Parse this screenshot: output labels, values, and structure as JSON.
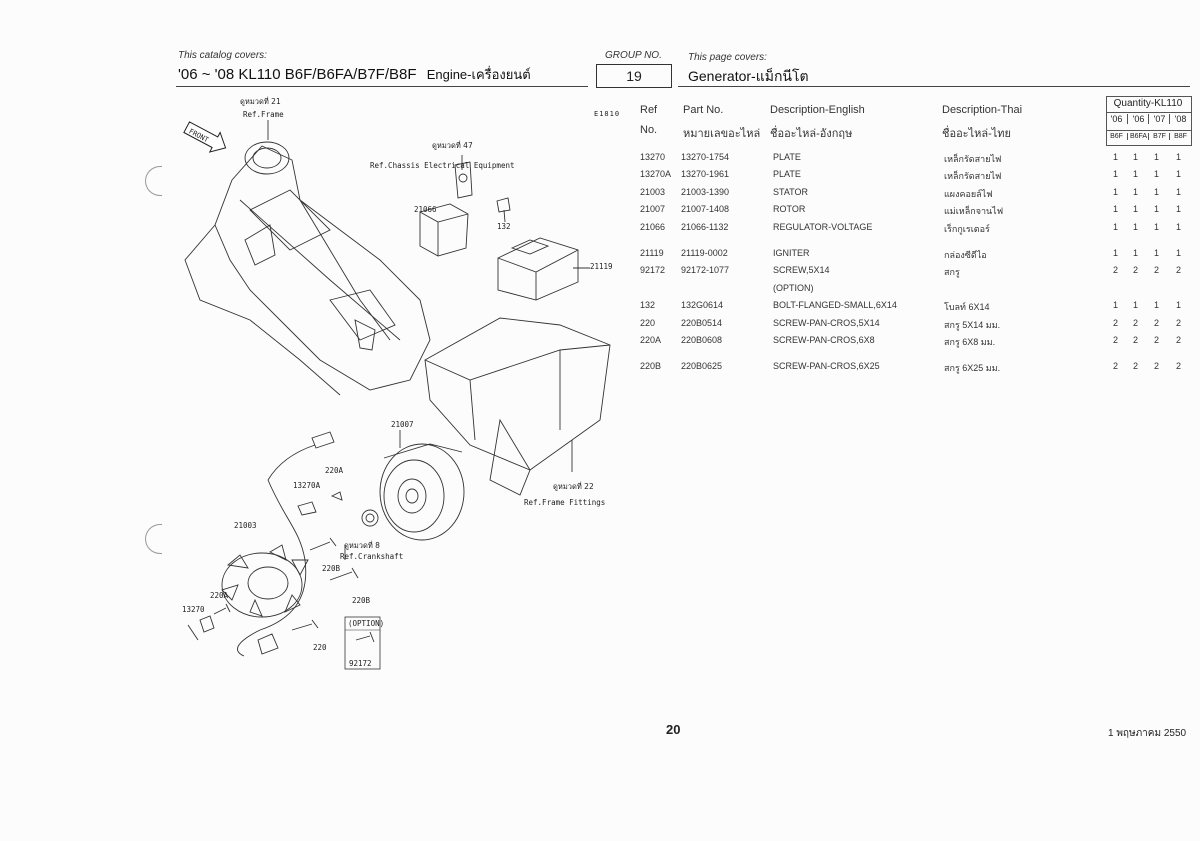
{
  "header": {
    "catalog_label": "This catalog covers:",
    "catalog_title": "'06 ~ '08 KL110 B6F/B6FA/B7F/B8F",
    "catalog_section": "Engine-เครื่องยนต์",
    "group_label": "GROUP NO.",
    "group_no": "19",
    "page_label": "This page covers:",
    "page_title": "Generator-แม็กนีโต"
  },
  "figure_code": "E1810",
  "table": {
    "headers": {
      "ref_line1": "Ref",
      "ref_line2": "No.",
      "partno_line1": "Part No.",
      "partno_line2": "หมายเลขอะไหล่",
      "desc_en_line1": "Description-English",
      "desc_en_line2": "ชื่ออะไหล่-อังกฤษ",
      "desc_th_line1": "Description-Thai",
      "desc_th_line2": "ชื่ออะไหล่-ไทย",
      "qty_title": "Quantity-KL110",
      "years": [
        "'06",
        "'06",
        "'07",
        "'08"
      ],
      "models": [
        "B6F",
        "B6FA",
        "B7F",
        "B8F"
      ]
    },
    "rows": [
      {
        "ref": "13270",
        "part": "13270-1754",
        "desc_en": "PLATE",
        "desc_th": "เหล็กรัดสายไฟ",
        "q1": "1",
        "q2": "1",
        "q3": "1",
        "q4": "1"
      },
      {
        "ref": "13270A",
        "part": "13270-1961",
        "desc_en": "PLATE",
        "desc_th": "เหล็กรัดสายไฟ",
        "q1": "1",
        "q2": "1",
        "q3": "1",
        "q4": "1"
      },
      {
        "ref": "21003",
        "part": "21003-1390",
        "desc_en": "STATOR",
        "desc_th": "แผงคอยล์ไฟ",
        "q1": "1",
        "q2": "1",
        "q3": "1",
        "q4": "1"
      },
      {
        "ref": "21007",
        "part": "21007-1408",
        "desc_en": "ROTOR",
        "desc_th": "แม่เหล็กจานไฟ",
        "q1": "1",
        "q2": "1",
        "q3": "1",
        "q4": "1"
      },
      {
        "ref": "21066",
        "part": "21066-1132",
        "desc_en": "REGULATOR-VOLTAGE",
        "desc_th": "เร็กกูเรเตอร์",
        "q1": "1",
        "q2": "1",
        "q3": "1",
        "q4": "1"
      },
      {
        "ref": "21119",
        "part": "21119-0002",
        "desc_en": "IGNITER",
        "desc_th": "กล่องซีดีไอ",
        "q1": "1",
        "q2": "1",
        "q3": "1",
        "q4": "1"
      },
      {
        "ref": "92172",
        "part": "92172-1077",
        "desc_en": "SCREW,5X14",
        "desc_th": "สกรู",
        "q1": "2",
        "q2": "2",
        "q3": "2",
        "q4": "2"
      },
      {
        "ref": "",
        "part": "",
        "desc_en": "(OPTION)",
        "desc_th": "",
        "q1": "",
        "q2": "",
        "q3": "",
        "q4": ""
      },
      {
        "ref": "132",
        "part": "132G0614",
        "desc_en": "BOLT-FLANGED-SMALL,6X14",
        "desc_th": "โบลท์ 6X14",
        "q1": "1",
        "q2": "1",
        "q3": "1",
        "q4": "1"
      },
      {
        "ref": "220",
        "part": "220B0514",
        "desc_en": "SCREW-PAN-CROS,5X14",
        "desc_th": "สกรู 5X14 มม.",
        "q1": "2",
        "q2": "2",
        "q3": "2",
        "q4": "2"
      },
      {
        "ref": "220A",
        "part": "220B0608",
        "desc_en": "SCREW-PAN-CROS,6X8",
        "desc_th": "สกรู 6X8 มม.",
        "q1": "2",
        "q2": "2",
        "q3": "2",
        "q4": "2"
      },
      {
        "ref": "220B",
        "part": "220B0625",
        "desc_en": "SCREW-PAN-CROS,6X25",
        "desc_th": "สกรู 6X25 มม.",
        "q1": "2",
        "q2": "2",
        "q3": "2",
        "q4": "2"
      }
    ]
  },
  "diagram": {
    "ref21_th": "ดูหมวดที่ 21",
    "ref21_en": "Ref.Frame",
    "ref47_th": "ดูหมวดที่ 47",
    "ref47_en": "Ref.Chassis Electrical Equipment",
    "ref22_th": "ดูหมวดที่ 22",
    "ref22_en": "Ref.Frame Fittings",
    "ref8_th": "ดูหมวดที่ 8",
    "ref8_en": "Ref.Crankshaft",
    "front": "FRONT",
    "option": "(OPTION)",
    "l21066": "21066",
    "l132": "132",
    "l21119": "21119",
    "l21007": "21007",
    "l220A_top": "220A",
    "l13270A": "13270A",
    "l21003": "21003",
    "l220B_1": "220B",
    "l220B_2": "220B",
    "l220A_left": "220A",
    "l13270": "13270",
    "l220": "220",
    "l92172": "92172"
  },
  "footer": {
    "page_number": "20",
    "date": "1 พฤษภาคม 2550"
  }
}
